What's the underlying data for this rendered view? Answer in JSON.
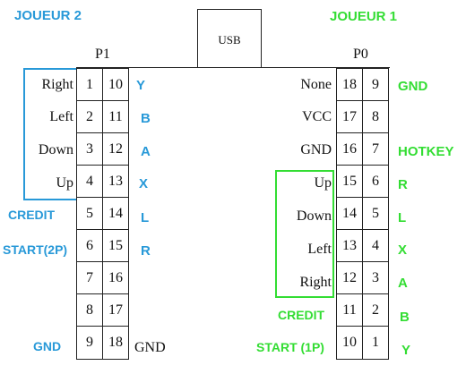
{
  "usb_label": "USB",
  "players": {
    "left": "JOUEUR 2",
    "right": "JOUEUR 1"
  },
  "connectors": {
    "p1_label": "P1",
    "p0_label": "P0"
  },
  "p1": {
    "col1": [
      "1",
      "2",
      "3",
      "4",
      "5",
      "6",
      "7",
      "8",
      "9"
    ],
    "col2": [
      "10",
      "11",
      "12",
      "13",
      "14",
      "15",
      "16",
      "17",
      "18"
    ],
    "inner_labels": [
      "Right",
      "Left",
      "Down",
      "Up"
    ],
    "outer_labels": [
      "Y",
      "B",
      "A",
      "X",
      "L",
      "R"
    ],
    "gnd_label": "GND",
    "left_side_labels": [
      "CREDIT",
      "START(2P)",
      "GND"
    ]
  },
  "p0": {
    "col1": [
      "18",
      "17",
      "16",
      "15",
      "14",
      "13",
      "12",
      "11",
      "10"
    ],
    "col2": [
      "9",
      "8",
      "7",
      "6",
      "5",
      "4",
      "3",
      "2",
      "1"
    ],
    "inner_labels": [
      "None",
      "VCC",
      "GND",
      "Up",
      "Down",
      "Left",
      "Right"
    ],
    "outer_labels": [
      "GND",
      "",
      "HOTKEY",
      "R",
      "L",
      "X",
      "A",
      "B",
      "Y"
    ],
    "bottom_labels": [
      "CREDIT",
      "START (1P)"
    ]
  },
  "colors": {
    "player2": "#2899d8",
    "player1": "#33dd33",
    "line": "#222222"
  }
}
